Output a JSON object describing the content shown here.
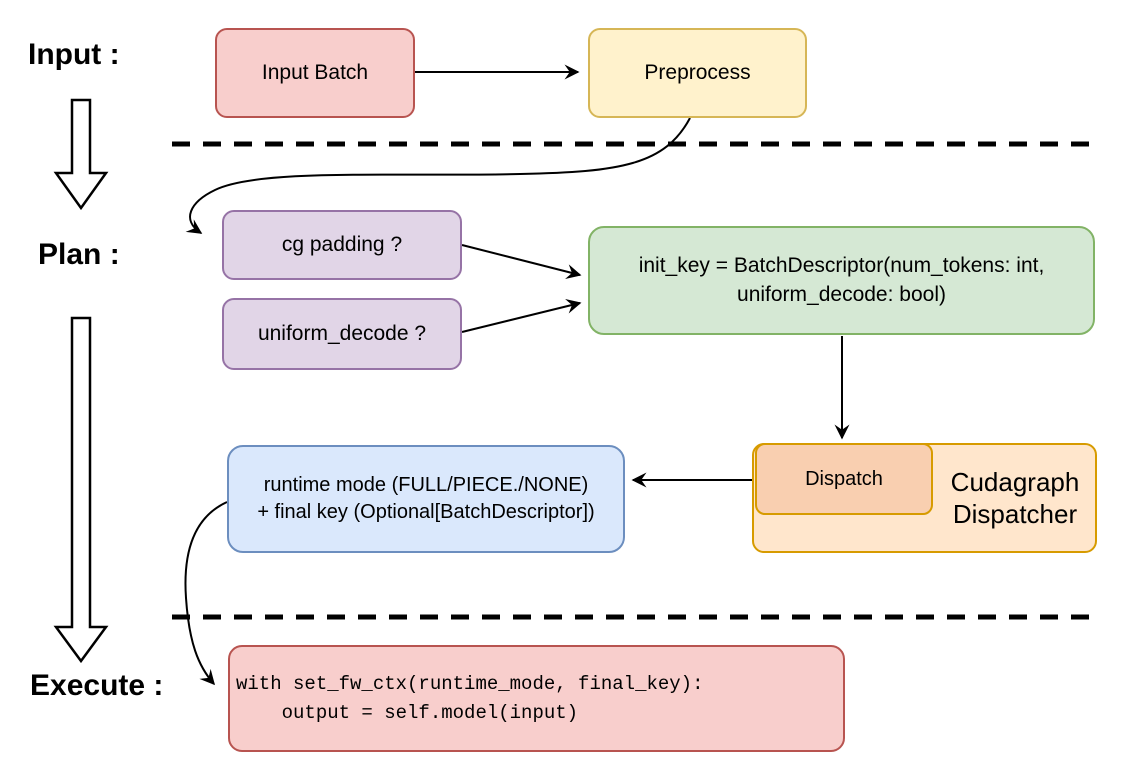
{
  "stages": {
    "input_label": "Input :",
    "plan_label": "Plan :",
    "execute_label": "Execute :"
  },
  "nodes": {
    "input_batch": "Input Batch",
    "preprocess": "Preprocess",
    "cg_padding": "cg padding ?",
    "uniform_decode": "uniform_decode ?",
    "init_key_line1": "init_key = BatchDescriptor(num_tokens: int,",
    "init_key_line2": "uniform_decode: bool)",
    "dispatch": "Dispatch",
    "dispatcher_line1": "Cudagraph",
    "dispatcher_line2": "Dispatcher",
    "runtime_line1": "runtime mode (FULL/PIECE./NONE)",
    "runtime_line2": "+ final key (Optional[BatchDescriptor])",
    "code_line1": "with set_fw_ctx(runtime_mode, final_key):",
    "code_line2": "    output = self.model(input)"
  },
  "colors": {
    "red_fill": "#f8cecc",
    "red_stroke": "#b85450",
    "yellow_fill": "#fff2cc",
    "yellow_stroke": "#d6b656",
    "purple_fill": "#e1d5e7",
    "purple_stroke": "#9673a6",
    "green_fill": "#d5e8d4",
    "green_stroke": "#82b366",
    "orange_outer_fill": "#ffe6cc",
    "orange_inner_fill": "#f9cfb0",
    "orange_stroke": "#d79b00",
    "blue_fill": "#dae8fc",
    "blue_stroke": "#6c8ebf",
    "connector": "#000000"
  }
}
